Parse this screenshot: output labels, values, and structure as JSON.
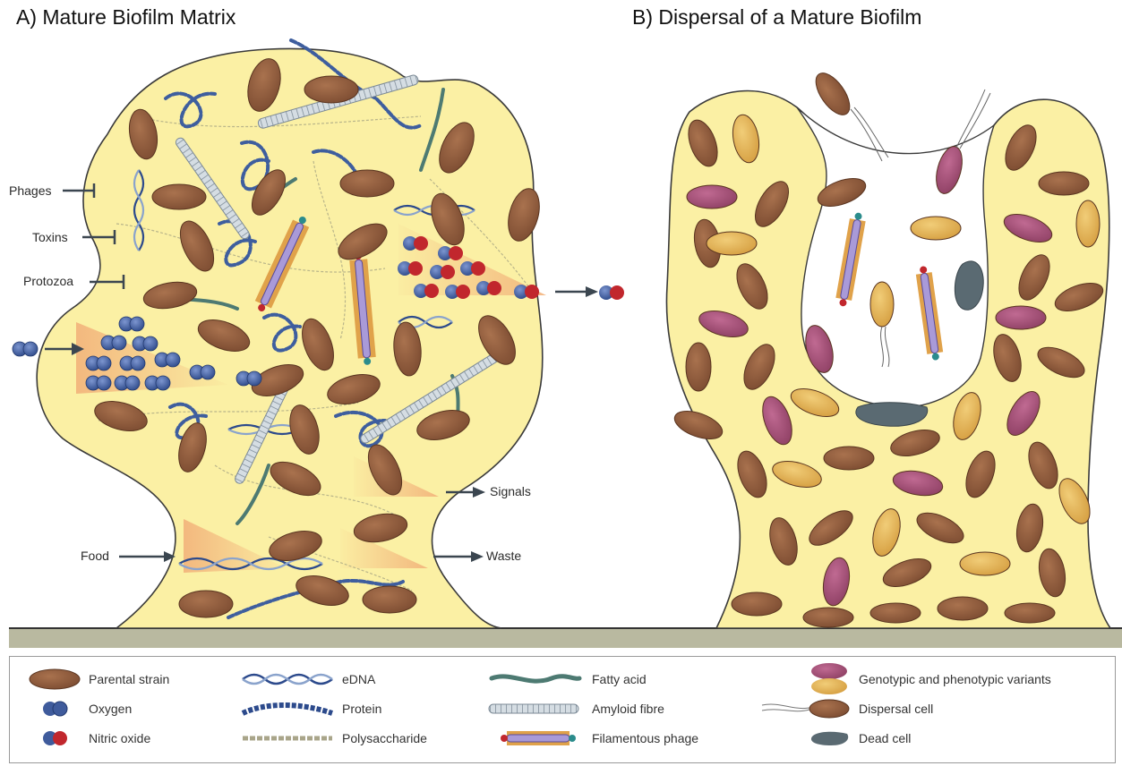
{
  "titles": {
    "panel_a": "A) Mature Biofilm Matrix",
    "panel_b": "B) Dispersal of a Mature Biofilm"
  },
  "panel_a": {
    "inhibited": [
      "Phages",
      "Toxins",
      "Protozoa"
    ],
    "inputs": [
      "Food"
    ],
    "outputs": [
      "Signals",
      "Waste"
    ]
  },
  "legend": {
    "col1": [
      "Parental strain",
      "Oxygen",
      "Nitric oxide"
    ],
    "col2": [
      "eDNA",
      "Protein",
      "Polysaccharide"
    ],
    "col3": [
      "Fatty acid",
      "Amyloid fibre",
      "Filamentous phage"
    ],
    "col4": [
      "Genotypic and phenotypic variants",
      "Dispersal cell",
      "Dead cell"
    ]
  },
  "colors": {
    "matrix": "#fbf0a4",
    "matrix_outline": "#3a3a3a",
    "parental_cell": "#8b5a3c",
    "variant_magenta": "#a8507a",
    "variant_gold": "#e3b654",
    "oxygen": "#3f5b9c",
    "nitric_red": "#c1272d",
    "edna": "#2c4a8c",
    "fatty_acid": "#4d7a72",
    "dead_cell": "#5a6a72",
    "surface": "#b9b9a0",
    "gradient": "#f4c58e"
  },
  "icons": [
    "parental-cell-icon",
    "oxygen-icon",
    "nitric-oxide-icon",
    "edna-icon",
    "protein-icon",
    "polysaccharide-icon",
    "fatty-acid-icon",
    "amyloid-fibre-icon",
    "filamentous-phage-icon",
    "variants-icon",
    "dispersal-cell-icon",
    "dead-cell-icon"
  ]
}
